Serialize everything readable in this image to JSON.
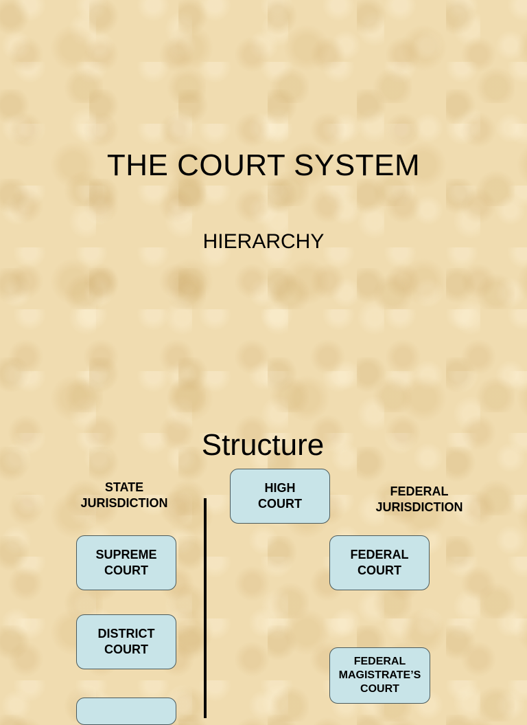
{
  "slide1": {
    "title": "THE COURT SYSTEM",
    "subtitle": "HIERARCHY"
  },
  "slide2": {
    "heading": "Structure",
    "state_label": "STATE\nJURISDICTION",
    "federal_label": "FEDERAL\nJURISDICTION",
    "boxes": {
      "high_court": "HIGH\nCOURT",
      "supreme_court": "SUPREME\nCOURT",
      "district_court": "DISTRICT\nCOURT",
      "federal_court": "FEDERAL\nCOURT",
      "federal_magistrates_court": "FEDERAL\nMAGISTRATE’S\nCOURT"
    },
    "colors": {
      "box_fill": "#c8e4e8",
      "background": "#f0dcb0"
    }
  }
}
